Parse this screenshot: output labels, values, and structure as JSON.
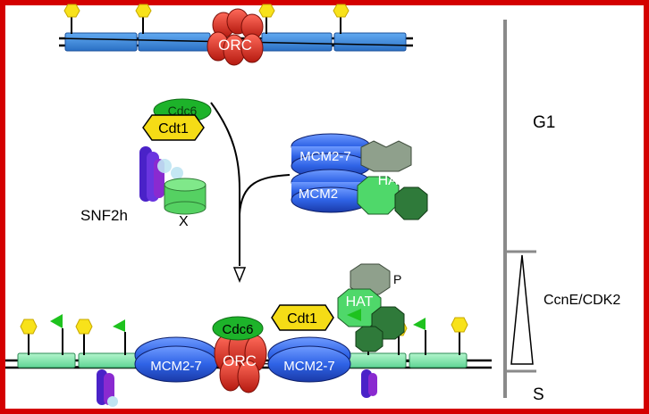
{
  "labels": {
    "orc_top": "ORC",
    "cdc6_top": "Cdc6",
    "cdt1_top": "Cdt1",
    "snf2h": "SNF2h",
    "x_label": "X",
    "mcm_a": "MCM2-7",
    "mcm_b": "MCM2",
    "hat_top": "HAT",
    "orc_bottom": "ORC",
    "cdc6_bottom": "Cdc6",
    "cdt1_bottom": "Cdt1",
    "hat_bottom": "HAT",
    "p_label": "P",
    "mcm_left": "MCM2-7",
    "mcm_right": "MCM2-7",
    "g1": "G1",
    "s_phase": "S",
    "ccne": "CcnE/CDK2"
  },
  "colors": {
    "frame": "#d40000",
    "nucleosome": "#3e8fe0",
    "nucleosome_light": "#8ce8b0",
    "orc": "#d82a1c",
    "cdc6": "#1db32a",
    "cdt1": "#f5dc16",
    "mcm": "#2f63e6",
    "hat_dark": "#2f7a3a",
    "hat_light": "#4fd86a",
    "hat_grey": "#8a9a88",
    "yellow_mark": "#f8e21a",
    "green_flag": "#1ec21e",
    "timeline": "#8a8a8a",
    "snf2h": "#5b2fd0"
  }
}
